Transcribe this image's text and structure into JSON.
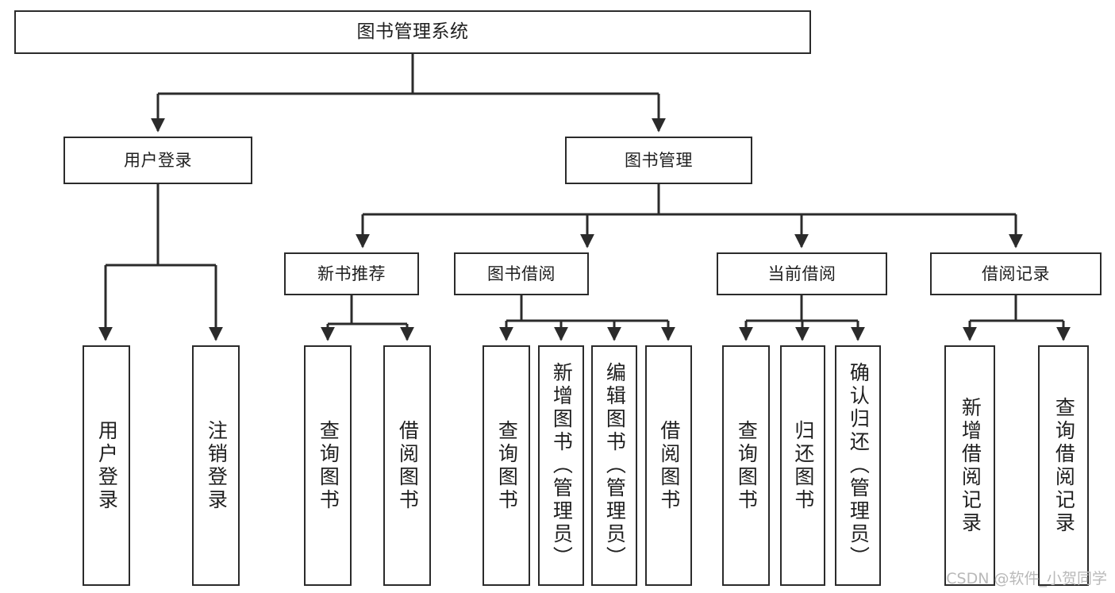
{
  "diagram": {
    "title": "图书管理系统",
    "type": "tree",
    "stroke_color": "#2b2b2b",
    "fill_color": "#ffffff",
    "text_color": "#1f1f1f",
    "nodes": {
      "root": {
        "label": "图书管理系统"
      },
      "level2": [
        {
          "id": "user-login",
          "label": "用户登录"
        },
        {
          "id": "book-manage",
          "label": "图书管理"
        }
      ],
      "level3": [
        {
          "id": "new-book",
          "label": "新书推荐"
        },
        {
          "id": "borrow",
          "label": "图书借阅"
        },
        {
          "id": "current",
          "label": "当前借阅"
        },
        {
          "id": "record",
          "label": "借阅记录"
        }
      ],
      "leaves": [
        {
          "id": "user-login-leaf",
          "parent": "user-login",
          "label": "用户登录"
        },
        {
          "id": "user-logout-leaf",
          "parent": "user-login",
          "label": "注销登录"
        },
        {
          "id": "query-book-1",
          "parent": "new-book",
          "label": "查询图书"
        },
        {
          "id": "borrow-book-1",
          "parent": "new-book",
          "label": "借阅图书"
        },
        {
          "id": "query-book-2",
          "parent": "borrow",
          "label": "查询图书"
        },
        {
          "id": "add-book",
          "parent": "borrow",
          "label": "新增图书（管理员）"
        },
        {
          "id": "edit-book",
          "parent": "borrow",
          "label": "编辑图书（管理员）"
        },
        {
          "id": "borrow-book-2",
          "parent": "borrow",
          "label": "借阅图书"
        },
        {
          "id": "query-book-3",
          "parent": "current",
          "label": "查询图书"
        },
        {
          "id": "return-book",
          "parent": "current",
          "label": "归还图书"
        },
        {
          "id": "confirm-return",
          "parent": "current",
          "label": "确认归还（管理员）"
        },
        {
          "id": "add-record",
          "parent": "record",
          "label": "新增借阅记录"
        },
        {
          "id": "query-record",
          "parent": "record",
          "label": "查询借阅记录"
        }
      ]
    }
  },
  "watermark": {
    "text": "CSDN @软件_小贺同学"
  }
}
